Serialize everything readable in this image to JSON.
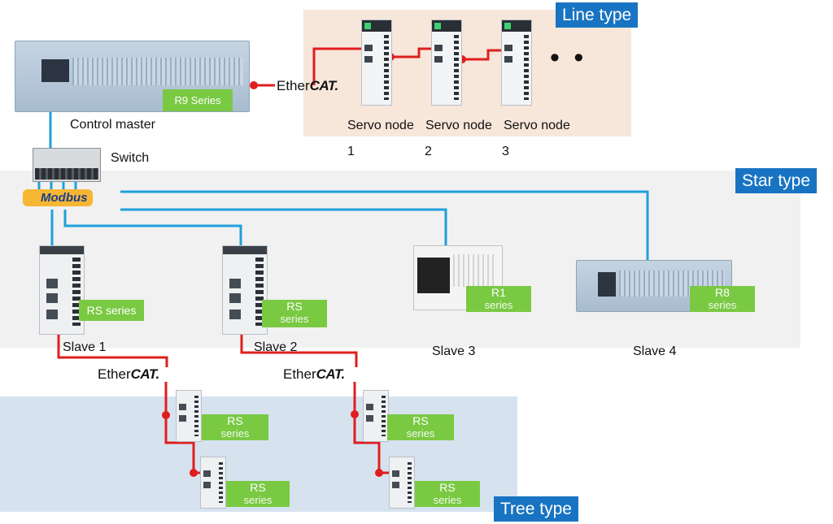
{
  "labels": {
    "line_type": "Line type",
    "star_type": "Star type",
    "tree_type": "Tree type",
    "control_master": "Control master",
    "switch": "Switch",
    "slave1": "Slave 1",
    "slave2": "Slave 2",
    "slave3": "Slave 3",
    "slave4": "Slave 4",
    "servo_node": "Servo node",
    "servo_num_1": "1",
    "servo_num_2": "2",
    "servo_num_3": "3",
    "ellipsis": "• •"
  },
  "badges": {
    "r9": "R9 Series",
    "rs_slave1": "RS series",
    "rs_slave2_a": "RS",
    "rs_slave2_b": "series",
    "r1_a": "R1",
    "r1_b": "series",
    "r8_a": "R8",
    "r8_b": "series",
    "rs_tree_a": "RS",
    "rs_tree_b": "series"
  },
  "protocols": {
    "ethercat_prefix": "Ether",
    "ethercat_suffix": "CAT.",
    "modbus": "Modbus"
  },
  "colors": {
    "ethercat_wire": "#e01e1e",
    "modbus_wire": "#1fa0dc",
    "badge": "#7ac943",
    "type_label": "#1874c2"
  }
}
